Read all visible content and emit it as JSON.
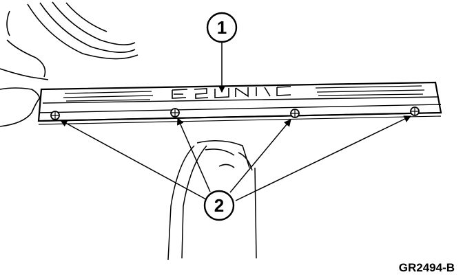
{
  "callouts": {
    "one": {
      "label": "1"
    },
    "two": {
      "label": "2"
    }
  },
  "figure_code": "GR2494-B",
  "colors": {
    "ink": "#000000",
    "paper": "#ffffff"
  },
  "icons": [
    "screw-head-icon",
    "arrow-head-icon"
  ]
}
